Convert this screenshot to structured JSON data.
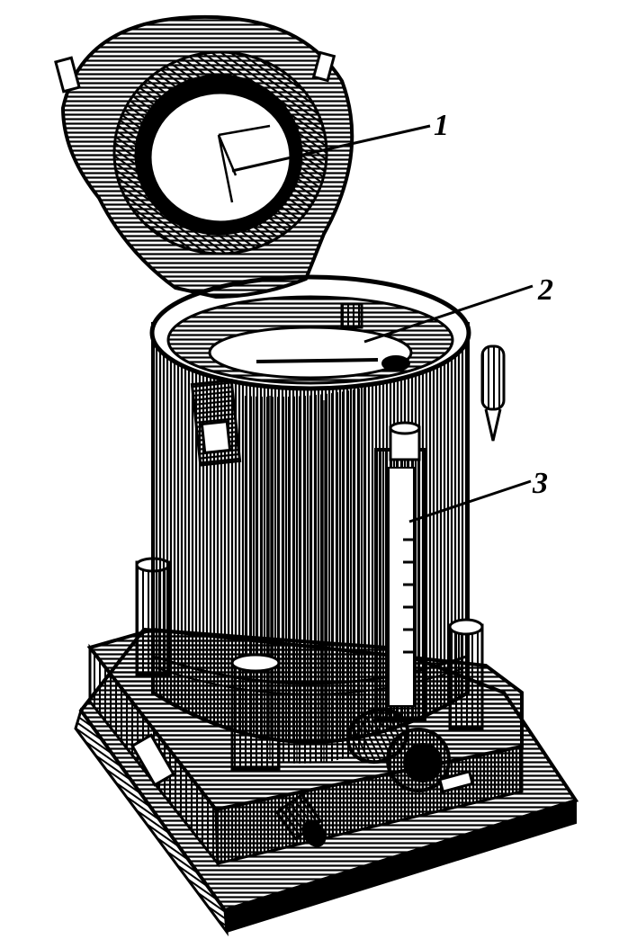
{
  "figure": {
    "callouts": [
      {
        "id": "1",
        "text": "1"
      },
      {
        "id": "2",
        "text": "2"
      },
      {
        "id": "3",
        "text": "3"
      }
    ]
  },
  "colors": {
    "ink": "#000000",
    "paper": "#ffffff"
  }
}
